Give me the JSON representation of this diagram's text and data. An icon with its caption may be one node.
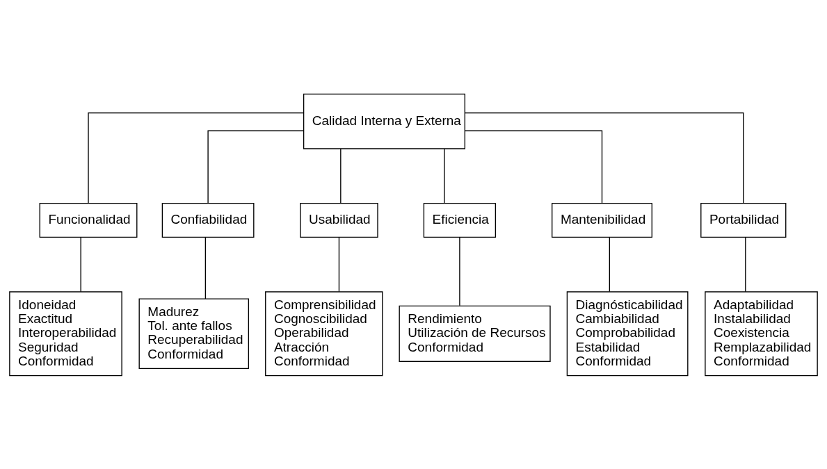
{
  "diagram": {
    "nodes": [
      {
        "text": [
          "Calidad Interna y Externa"
        ]
      },
      {
        "text": [
          "Funcionalidad"
        ]
      },
      {
        "text": [
          "Confiabilidad"
        ]
      },
      {
        "text": [
          "Usabilidad"
        ]
      },
      {
        "text": [
          "Eficiencia"
        ]
      },
      {
        "text": [
          "Mantenibilidad"
        ]
      },
      {
        "text": [
          "Portabilidad"
        ]
      },
      {
        "text": [
          "Idoneidad",
          "Exactitud",
          "Interoperabilidad",
          "Seguridad",
          "Conformidad"
        ]
      },
      {
        "text": [
          "Madurez",
          "Tol. ante fallos",
          "Recuperabilidad",
          "Conformidad"
        ]
      },
      {
        "text": [
          "Comprensibilidad",
          "Cognoscibilidad",
          "Operabilidad",
          "Atracción",
          "Conformidad"
        ]
      },
      {
        "text": [
          "Rendimiento",
          "Utilización de Recursos",
          "Conformidad"
        ]
      },
      {
        "text": [
          "Diagnósticabilidad",
          "Cambiabilidad",
          "Comprobabilidad",
          "Estabilidad",
          "Conformidad"
        ]
      },
      {
        "text": [
          "Adaptabilidad",
          "Instalabilidad",
          "Coexistencia",
          "Remplazabilidad",
          "Conformidad"
        ]
      }
    ],
    "edges": [
      {
        "from": 0,
        "to": 1,
        "arrow": "none"
      },
      {
        "from": 0,
        "to": 2,
        "arrow": "none"
      },
      {
        "from": 0,
        "to": 3,
        "arrow": "none"
      },
      {
        "from": 0,
        "to": 4,
        "arrow": "none"
      },
      {
        "from": 0,
        "to": 5,
        "arrow": "none"
      },
      {
        "from": 0,
        "to": 6,
        "arrow": "none"
      },
      {
        "from": 1,
        "to": 7,
        "arrow": "none"
      },
      {
        "from": 2,
        "to": 8,
        "arrow": "none"
      },
      {
        "from": 3,
        "to": 9,
        "arrow": "none"
      },
      {
        "from": 4,
        "to": 10,
        "arrow": "none"
      },
      {
        "from": 5,
        "to": 11,
        "arrow": "none"
      },
      {
        "from": 6,
        "to": 12,
        "arrow": "none"
      }
    ]
  }
}
